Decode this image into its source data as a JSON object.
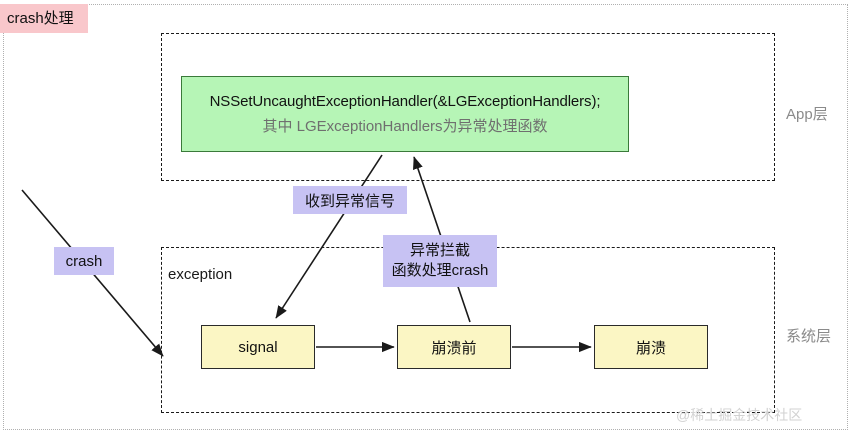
{
  "page": {
    "title": "crash处理",
    "watermark": "@稀土掘金技术社区"
  },
  "layers": {
    "app": {
      "label": "App层"
    },
    "system": {
      "label": "系统层",
      "inner_group_label": "exception"
    }
  },
  "nodes": {
    "handler": {
      "line1": "NSSetUncaughtExceptionHandler(&LGExceptionHandlers);",
      "line2": "其中 LGExceptionHandlers为异常处理函数",
      "fill": "#b6f5b6"
    },
    "signal": {
      "label": "signal",
      "fill": "#fbf6c4"
    },
    "precrash": {
      "label": "崩溃前",
      "fill": "#fbf6c4"
    },
    "crashed": {
      "label": "崩溃",
      "fill": "#fbf6c4"
    }
  },
  "annotations": {
    "crash_input": {
      "label": "crash",
      "fill": "#c7c2f3"
    },
    "signal_received": {
      "label": "收到异常信号",
      "fill": "#c7c2f3"
    },
    "handler_intercept": {
      "line1": "异常拦截",
      "line2": "函数处理crash",
      "fill": "#c7c2f3"
    }
  },
  "colors": {
    "title_highlight": "#f9c7cb",
    "green_node": "#b6f5b6",
    "yellow_node": "#fbf6c4",
    "purple_chip": "#c7c2f3",
    "layer_label": "#8a8a8a",
    "stroke": "#1a1a1a"
  }
}
